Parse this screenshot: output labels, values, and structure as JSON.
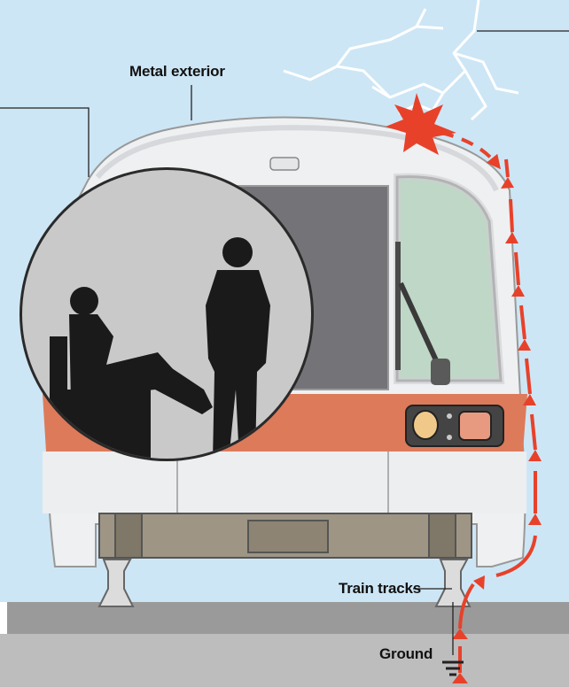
{
  "labels": {
    "metal_exterior": "Metal exterior",
    "train_tracks": "Train tracks",
    "ground": "Ground"
  },
  "colors": {
    "sky": "#cde6f5",
    "body": "#eef0f1",
    "stripe": "#dd7a5a",
    "window_dark": "#707074",
    "current_arrow": "#e8412a",
    "ground": "#bdbdbd",
    "rail_bed": "#9a9a9a",
    "silhouette": "#1a1a1a",
    "inset_bg": "#c9c9c9"
  }
}
